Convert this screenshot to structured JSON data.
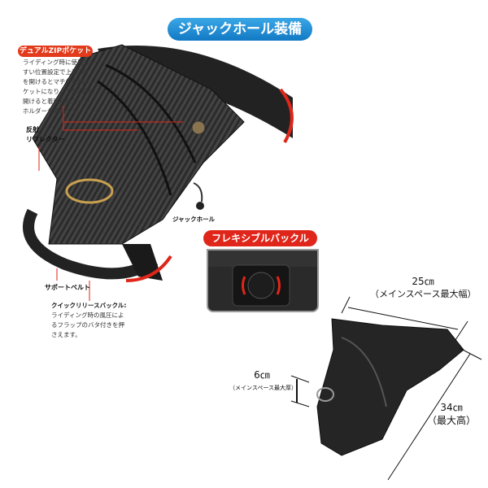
{
  "header": {
    "title": "ジャックホール装備"
  },
  "features": {
    "dual_zip": {
      "title": "デュアルZIPポケット",
      "lines": [
        "ライディング時に使用しや",
        "すい位置設定で上部ZIP",
        "を開けるとマチ付収納ポ",
        "ケットになり、下部ZIPを",
        "開けると着脱可能コイン",
        "ホルダーが現れます。"
      ]
    },
    "reflector": {
      "lines": [
        "反射",
        "リフレクター"
      ]
    },
    "jack_hole": {
      "label": "ジャックホール"
    },
    "flexible_buckle": {
      "title": "フレキシブルバックル"
    },
    "support_belt": {
      "label": "サポートベルト"
    },
    "quick_release": {
      "title": "クイックリリースバックル:",
      "lines": [
        "ライディング時の風圧によ",
        "るフラップのバタ付きを押",
        "さえます。"
      ]
    }
  },
  "dimensions": {
    "width": {
      "value": "25㎝",
      "note": "（メインスペース最大幅）"
    },
    "thickness": {
      "value": "6㎝",
      "note": "（メインスペース最大厚）"
    },
    "height": {
      "value": "34㎝",
      "note": "（最大高）"
    }
  },
  "colors": {
    "blue": "#1a8ad6",
    "red": "#e0261a"
  }
}
